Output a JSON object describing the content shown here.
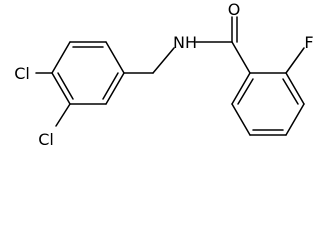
{
  "structure": {
    "atom_labels": {
      "nh": "NH",
      "o": "O",
      "f": "F",
      "cl_4": "Cl",
      "cl_3": "Cl"
    }
  }
}
